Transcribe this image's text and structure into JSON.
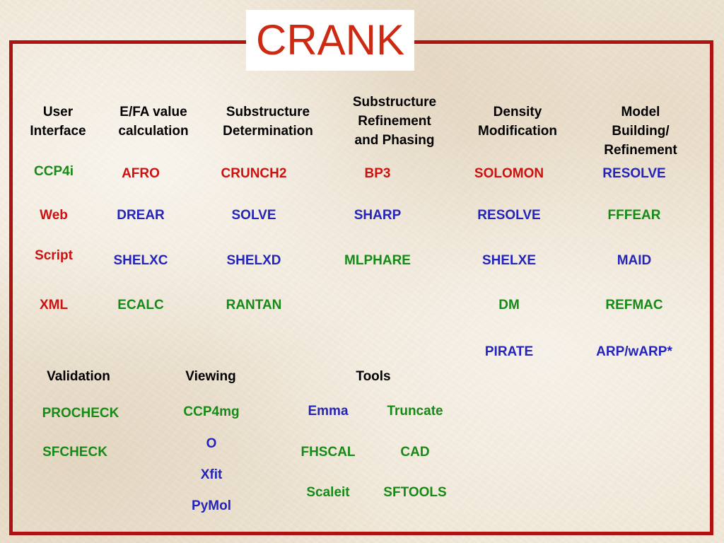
{
  "title": "CRANK",
  "colors": {
    "frame": "#b01212",
    "title": "#cc2a12",
    "red": "#cc1111",
    "blue": "#2424bb",
    "green": "#168a16"
  },
  "columns": {
    "user_interface": {
      "header": "User\nInterface",
      "items": [
        "CCP4i",
        "Web",
        "Script",
        "XML"
      ]
    },
    "efa_value": {
      "header": "E/FA value\ncalculation",
      "items": [
        "AFRO",
        "DREAR",
        "SHELXC",
        "ECALC"
      ]
    },
    "substructure_determination": {
      "header": "Substructure\nDetermination",
      "items": [
        "CRUNCH2",
        "SOLVE",
        "SHELXD",
        "RANTAN"
      ]
    },
    "substructure_refinement": {
      "header": "Substructure\nRefinement\nand Phasing",
      "items": [
        "BP3",
        "SHARP",
        "MLPHARE"
      ]
    },
    "density_modification": {
      "header": "Density\nModification",
      "items": [
        "SOLOMON",
        "RESOLVE",
        "SHELXE",
        "DM",
        "PIRATE"
      ]
    },
    "model_building": {
      "header": "Model Building/\nRefinement",
      "items": [
        "RESOLVE",
        "FFFEAR",
        "MAID",
        "REFMAC",
        "ARP/wARP*"
      ]
    },
    "validation": {
      "header": "Validation",
      "items": [
        "PROCHECK",
        "SFCHECK"
      ]
    },
    "viewing": {
      "header": "Viewing",
      "items": [
        "CCP4mg",
        "O",
        "Xfit",
        "PyMol"
      ]
    },
    "tools": {
      "header": "Tools",
      "items": [
        "Emma",
        "Truncate",
        "FHSCAL",
        "CAD",
        "Scaleit",
        "SFTOOLS"
      ]
    }
  }
}
